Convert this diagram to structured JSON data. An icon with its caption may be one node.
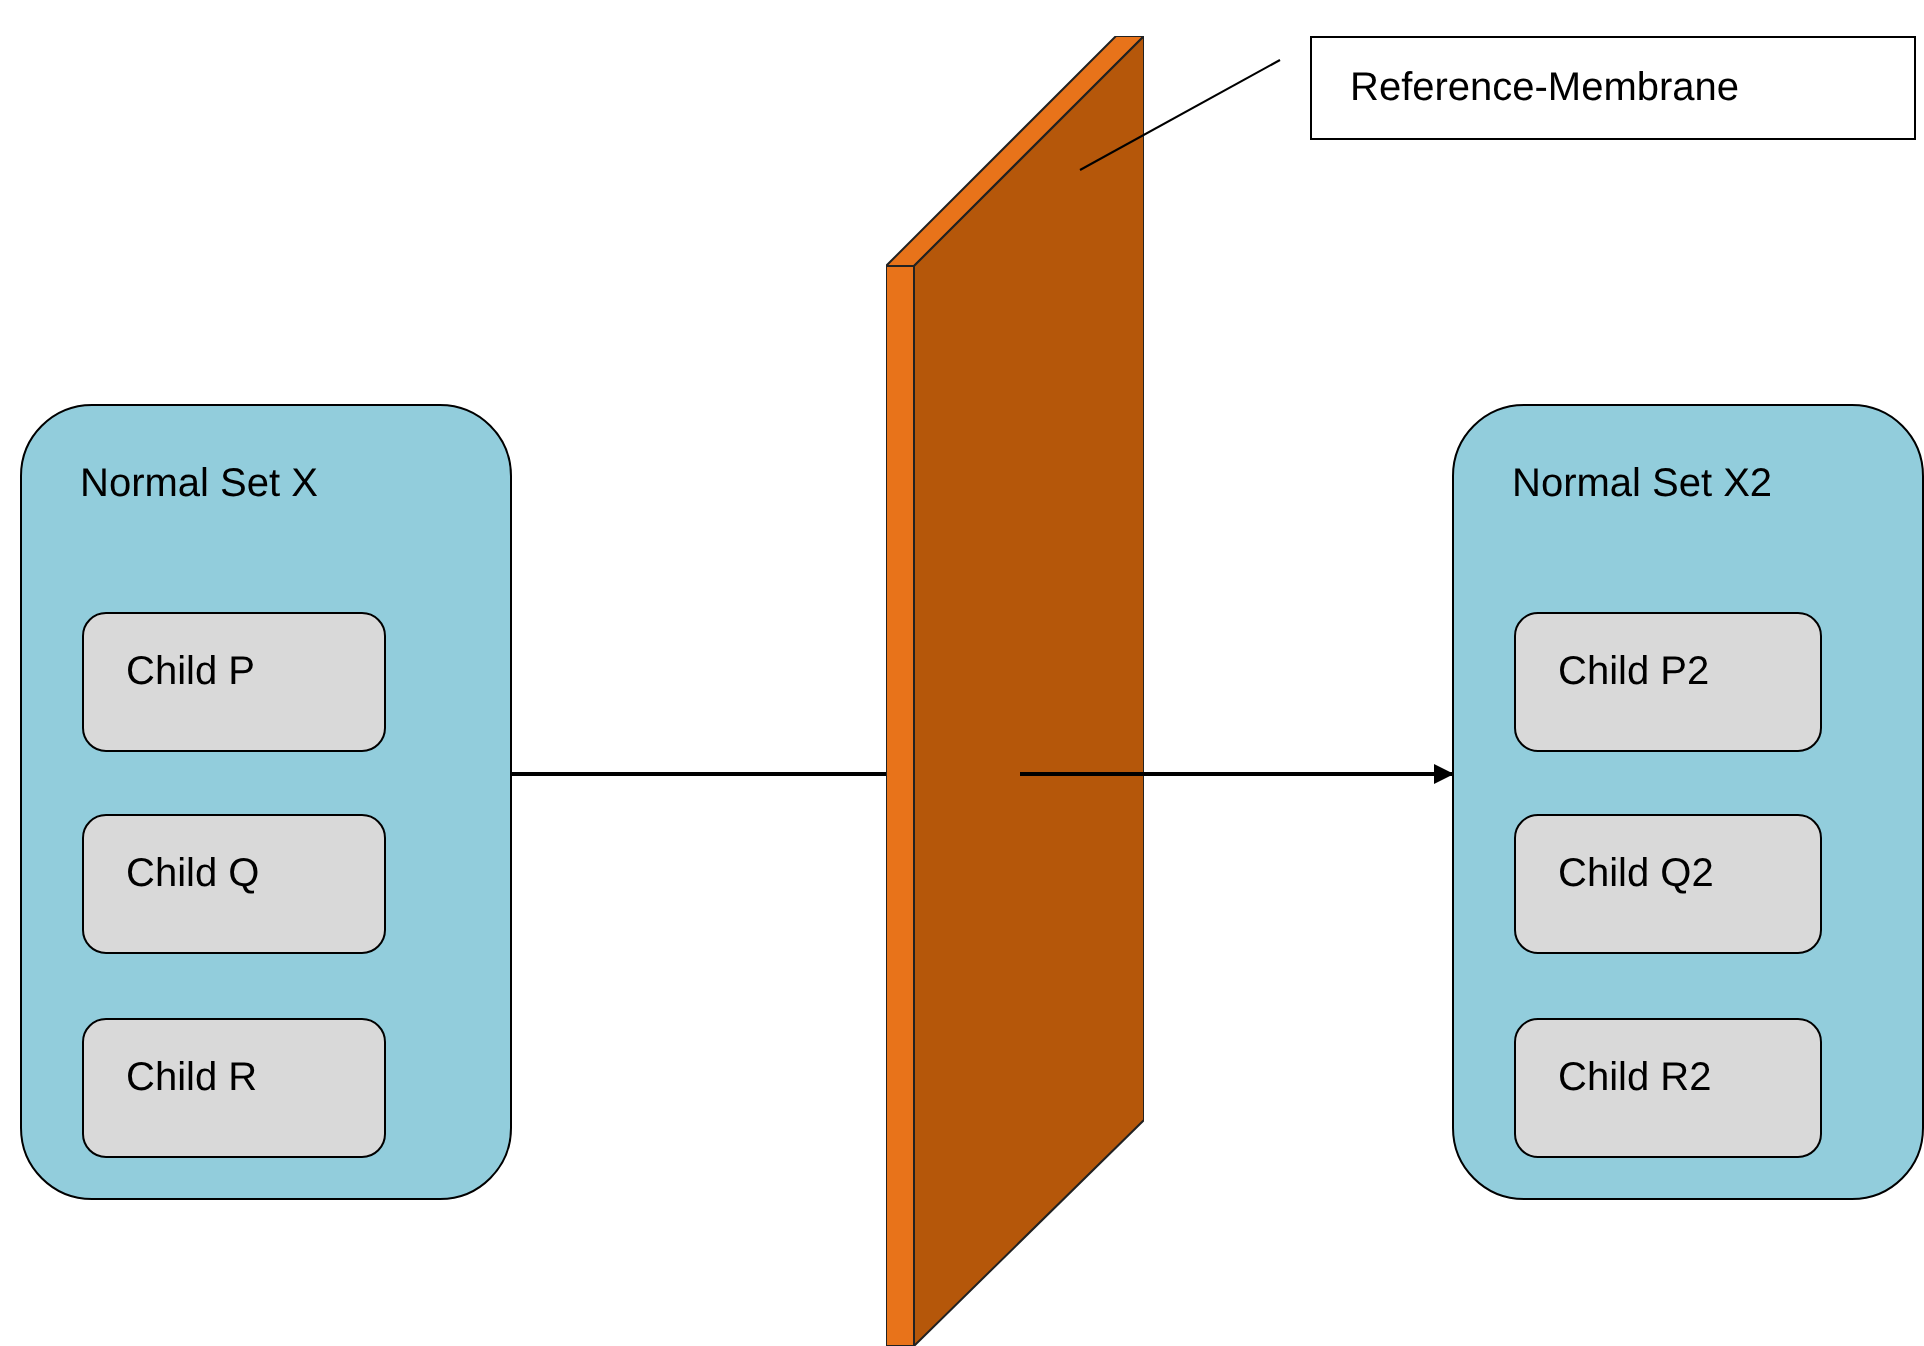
{
  "diagram": {
    "nodes": [
      {
        "text": [
          "Normal Set X"
        ]
      },
      {
        "text": [
          "Child P"
        ],
        "in": 0
      },
      {
        "text": [
          "Child Q"
        ],
        "in": 0
      },
      {
        "text": [
          "Child R"
        ],
        "in": 0
      },
      {
        "text": [],
        "shape": "bar"
      },
      {
        "text": [
          "Reference-Membrane"
        ]
      },
      {
        "text": [
          "Normal Set X2"
        ]
      },
      {
        "text": [
          "Child P2"
        ],
        "in": 6
      },
      {
        "text": [
          "Child Q2"
        ],
        "in": 6
      },
      {
        "text": [
          "Child R2"
        ],
        "in": 6
      }
    ],
    "edges": [
      {
        "from": 0,
        "to": 4,
        "arrow": "none"
      },
      {
        "from": 4,
        "to": 6,
        "arrow": "to"
      },
      {
        "from": 5,
        "to": 4,
        "arrow": "none"
      }
    ]
  }
}
